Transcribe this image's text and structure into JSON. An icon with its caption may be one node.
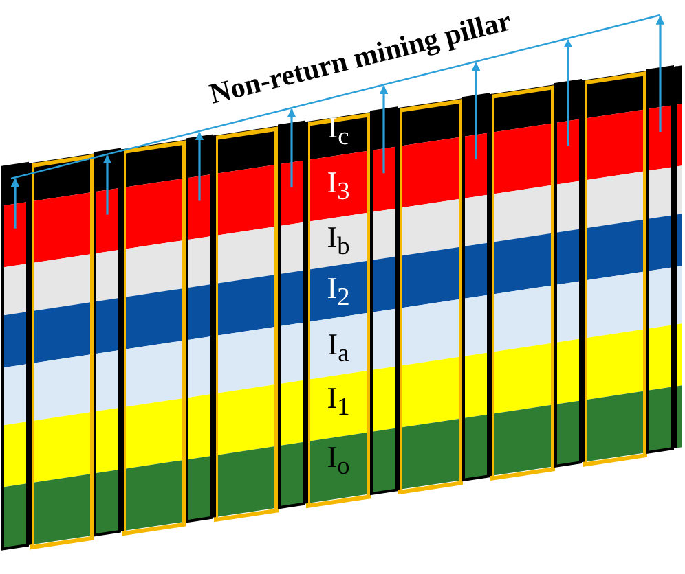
{
  "diagram": {
    "labels": [
      "Non-return mining pillar",
      "I$_{c}$",
      "I$_{3}$",
      "I$_{b}$",
      "I$_{2}$",
      "I$_{a}$",
      "I$_{1}$",
      "I$_{o}$"
    ]
  }
}
